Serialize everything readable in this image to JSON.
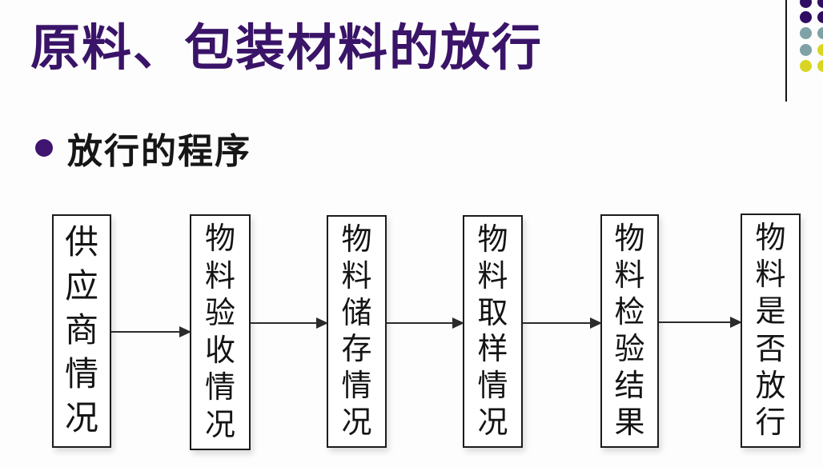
{
  "slide": {
    "title": "原料、包装材料的放行",
    "bullet_label": "放行的程序"
  },
  "flow": {
    "boxes": [
      {
        "label": "供应商情况"
      },
      {
        "label": "物料验收情况"
      },
      {
        "label": "物料储存情况"
      },
      {
        "label": "物料取样情况"
      },
      {
        "label": "物料检验结果"
      },
      {
        "label": "物料是否放行"
      }
    ]
  },
  "colors": {
    "title_accent": "#3a1468",
    "bullet_dot": "#3f1570",
    "box_border": "#1c1c1c",
    "arrow": "#2b2b2b"
  },
  "decor": {
    "dot_colors": [
      "#2f0d63",
      "#2f0d63",
      "#7fa2a6",
      "#7fa2a6",
      "#d8d622"
    ],
    "edge_dot_colors": [
      "#2f0d63",
      "#2f0d63",
      "#7fa2a6",
      "#d8d622",
      "#d8d622"
    ]
  }
}
